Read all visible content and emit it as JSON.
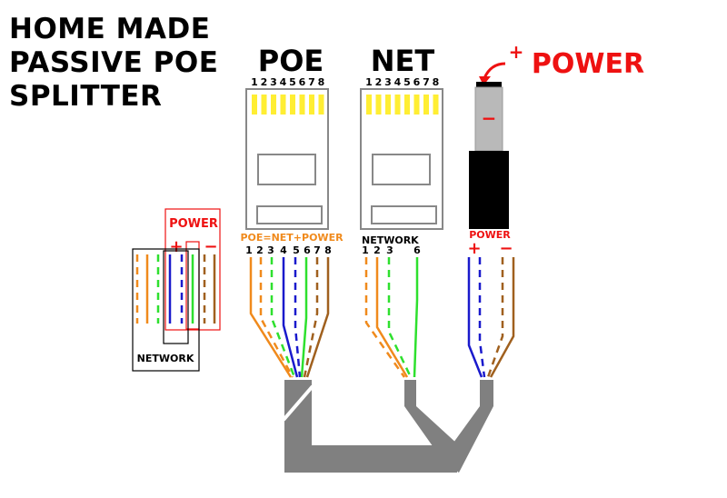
{
  "title": {
    "lines": [
      "HOME MADE",
      "PASSIVE POE",
      "SPLITTER"
    ]
  },
  "connectors": {
    "poe": {
      "label": "POE",
      "pins_top": [
        "1",
        "2",
        "3",
        "4",
        "5",
        "6",
        "7",
        "8"
      ],
      "caption": "POE=NET+POWER",
      "wire_numbers": [
        "1",
        "2",
        "3",
        "4",
        "5",
        "6",
        "7",
        "8"
      ]
    },
    "net": {
      "label": "NET",
      "pins_top": [
        "1",
        "2",
        "3",
        "4",
        "5",
        "6",
        "7",
        "8"
      ],
      "caption": "NETWORK",
      "wire_numbers": [
        "1",
        "2",
        "3",
        "6"
      ]
    },
    "power": {
      "label": "POWER",
      "plus": "+",
      "minus": "−",
      "caption": "POWER",
      "plus_label": "+",
      "minus_label": "−"
    }
  },
  "inset": {
    "power_label": "POWER",
    "plus": "+",
    "minus": "−",
    "network_label": "NETWORK"
  },
  "colors": {
    "orange": "#f08a1c",
    "brown": "#a0601e",
    "green": "#2ee02e",
    "blue": "#1a1acc",
    "red": "#ee1111",
    "yellow": "#ffee33",
    "cable": "#808080"
  }
}
